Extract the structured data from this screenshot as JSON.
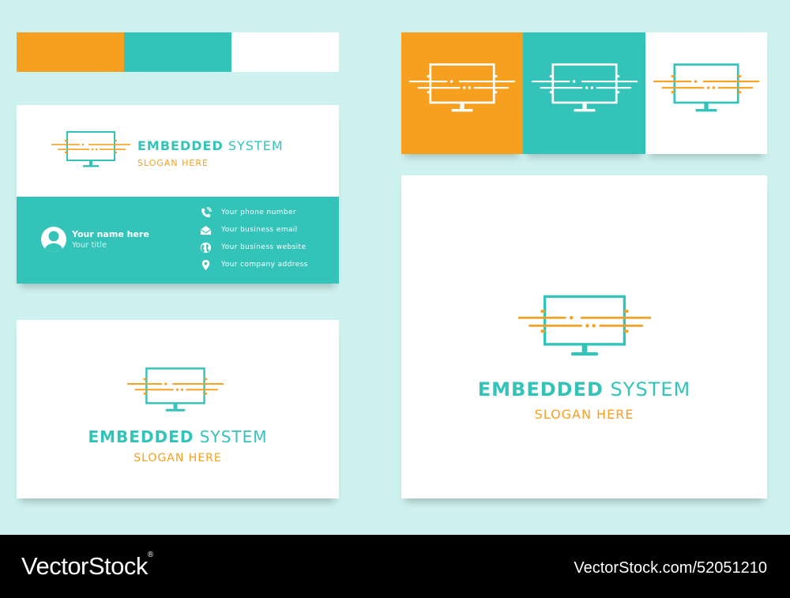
{
  "colors": {
    "background": "#cdf1ee",
    "teal": "#33c3b8",
    "orange": "#f7a020",
    "white": "#ffffff",
    "footer": "#000000"
  },
  "palette": [
    "#f7a020",
    "#33c3b8",
    "#ffffff"
  ],
  "brand": {
    "word1": "EMBEDDED",
    "word2": "SYSTEM",
    "slogan": "SLOGAN HERE"
  },
  "business_card": {
    "name": "Your name here",
    "title": "Your title",
    "contacts": [
      {
        "icon": "phone-icon",
        "text": "Your phone number"
      },
      {
        "icon": "email-icon",
        "text": "Your business email"
      },
      {
        "icon": "globe-icon",
        "text": "Your business website"
      },
      {
        "icon": "location-pin-icon",
        "text": "Your company address"
      }
    ]
  },
  "footer": {
    "logo": "VectorStock",
    "registered_mark": "®",
    "url": "VectorStock.com/52051210"
  }
}
